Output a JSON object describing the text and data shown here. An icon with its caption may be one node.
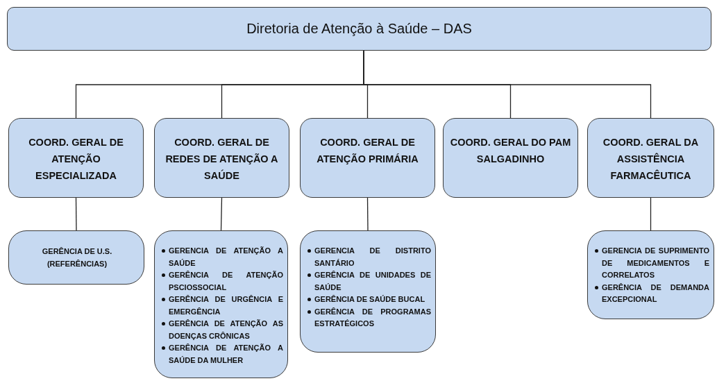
{
  "diagram": {
    "nodes": [
      {
        "text": [
          "Diretoria de Atenção à Saúde – DAS"
        ]
      },
      {
        "text": [
          "COORD. GERAL DE ATENÇÃO ESPECIALIZADA"
        ]
      },
      {
        "text": [
          "COORD. GERAL DE REDES DE ATENÇÃO A SAÚDE"
        ]
      },
      {
        "text": [
          "COORD. GERAL DE ATENÇÃO PRIMÁRIA"
        ]
      },
      {
        "text": [
          "COORD. GERAL DO PAM SALGADINHO"
        ]
      },
      {
        "text": [
          "COORD. GERAL DA ASSISTÊNCIA FARMACÊUTICA"
        ]
      },
      {
        "text": [
          "GERÊNCIA DE U.S. (REFERÊNCIAS)"
        ]
      },
      {
        "text": [
          "GERENCIA DE ATENÇÃO A SAÚDE",
          "GERÊNCIA DE ATENÇÃO PSCIOSSOCIAL",
          "GERÊNCIA DE URGÊNCIA E EMERGÊNCIA",
          "GERÊNCIA DE ATENÇÃO AS DOENÇAS CRÔNICAS",
          "GERÊNCIA DE ATENÇÃO A SAÚDE DA MULHER"
        ]
      },
      {
        "text": [
          "GERENCIA DE DISTRITO SANTÁRIO",
          "GERÊNCIA DE UNIDADES DE SAÚDE",
          "GERÊNCIA DE SAÚDE BUCAL",
          "GERÊNCIA DE PROGRAMAS ESTRATÉGICOS"
        ]
      },
      {
        "text": [
          "GERENCIA DE SUPRIMENTO DE MEDICAMENTOS E CORRELATOS",
          "GERÊNCIA DE DEMANDA EXCEPCIONAL"
        ]
      }
    ],
    "edges": [
      {
        "from": 0,
        "to": 1,
        "arrow": "none"
      },
      {
        "from": 0,
        "to": 2,
        "arrow": "none"
      },
      {
        "from": 0,
        "to": 3,
        "arrow": "none"
      },
      {
        "from": 0,
        "to": 4,
        "arrow": "none"
      },
      {
        "from": 0,
        "to": 5,
        "arrow": "none"
      },
      {
        "from": 1,
        "to": 6,
        "arrow": "none"
      },
      {
        "from": 2,
        "to": 7,
        "arrow": "none"
      },
      {
        "from": 3,
        "to": 8,
        "arrow": "none"
      },
      {
        "from": 5,
        "to": 9,
        "arrow": "none"
      }
    ]
  }
}
